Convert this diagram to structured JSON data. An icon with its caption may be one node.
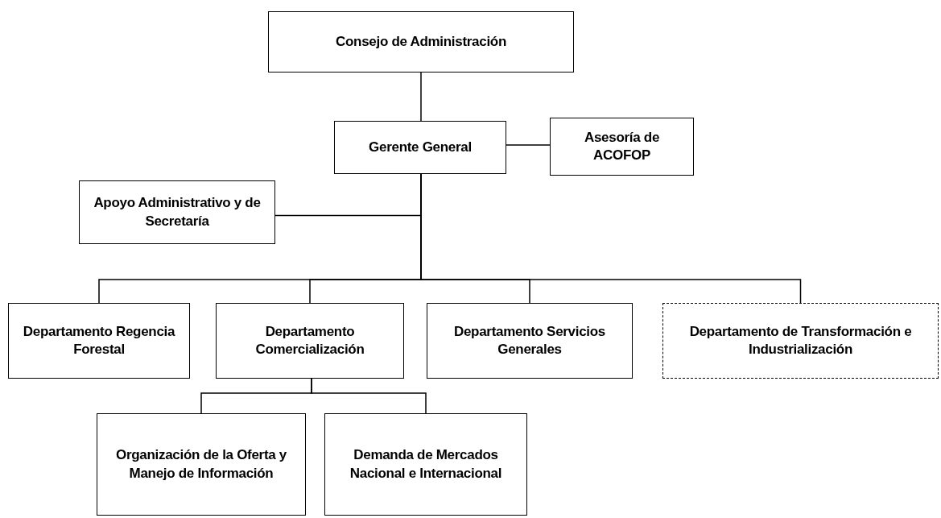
{
  "diagram": {
    "nodes": [
      {
        "text": [
          "Consejo de Administración"
        ]
      },
      {
        "text": [
          "Gerente General"
        ]
      },
      {
        "text": [
          "Asesoría de ACOFOP"
        ]
      },
      {
        "text": [
          "Apoyo Administrativo y de Secretaría"
        ]
      },
      {
        "text": [
          "Departamento Regencia Forestal"
        ]
      },
      {
        "text": [
          "Departamento Comercialización"
        ]
      },
      {
        "text": [
          "Departamento Servicios Generales"
        ]
      },
      {
        "text": [
          "Departamento de Transformación e Industrialización"
        ]
      },
      {
        "text": [
          "Organización de la Oferta y Manejo de Información"
        ]
      },
      {
        "text": [
          "Demanda de Mercados Nacional e Internacional"
        ]
      }
    ],
    "edges": [
      {
        "from": 0,
        "to": 1,
        "arrow": "none"
      },
      {
        "from": 1,
        "to": 2,
        "arrow": "none"
      },
      {
        "from": 1,
        "to": 3,
        "arrow": "none"
      },
      {
        "from": 1,
        "to": 4,
        "arrow": "none"
      },
      {
        "from": 1,
        "to": 5,
        "arrow": "none"
      },
      {
        "from": 1,
        "to": 6,
        "arrow": "none"
      },
      {
        "from": 1,
        "to": 7,
        "arrow": "none"
      },
      {
        "from": 5,
        "to": 8,
        "arrow": "none"
      },
      {
        "from": 5,
        "to": 9,
        "arrow": "none"
      }
    ]
  }
}
